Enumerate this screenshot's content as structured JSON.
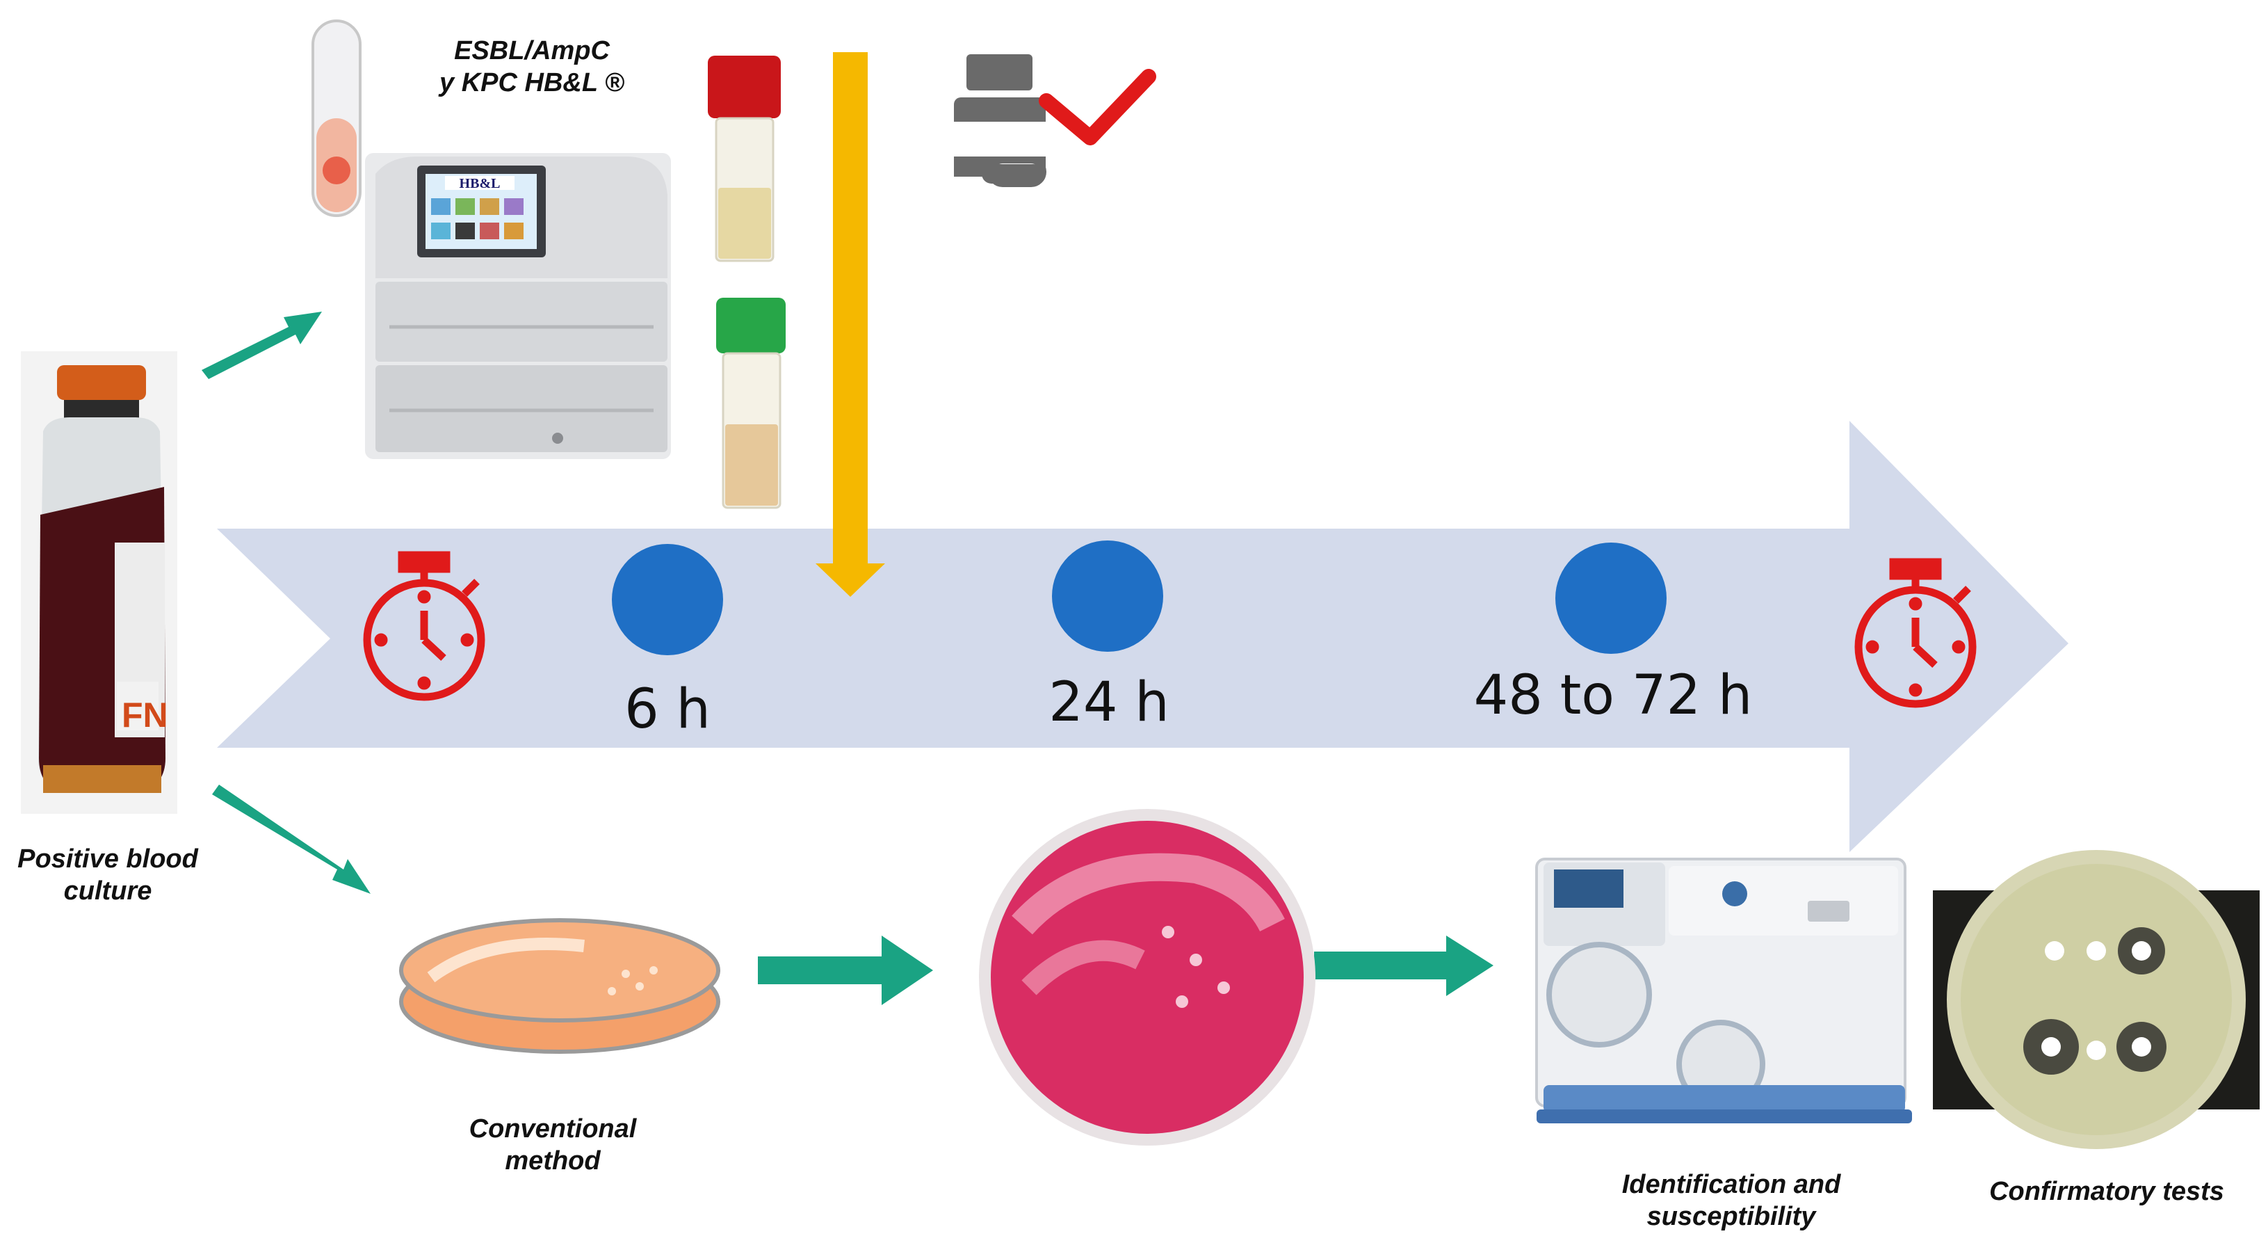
{
  "hbl": {
    "caption_line1": "ESBL/AmpC",
    "caption_line2": "y KPC HB&L ®",
    "device_logo": "HB&L"
  },
  "timeline": {
    "markers": [
      {
        "label": "6 h"
      },
      {
        "label": "24 h"
      },
      {
        "label": "48 to 72 h"
      }
    ],
    "color_arrow": "#d3daeb",
    "color_marker": "#1f6fc5",
    "color_timer": "#e01a1a",
    "color_result_arrow": "#f5b800",
    "color_flow_arrow": "#1aa383"
  },
  "captions": {
    "blood_culture": [
      "Positive blood",
      "culture"
    ],
    "conventional": [
      "Conventional",
      "method"
    ],
    "identification": [
      "Identification and",
      "susceptibility"
    ],
    "confirmatory": "Confirmatory tests"
  },
  "icons": [
    "stopwatch-icon",
    "medicine-bottle-icon",
    "check-icon"
  ]
}
